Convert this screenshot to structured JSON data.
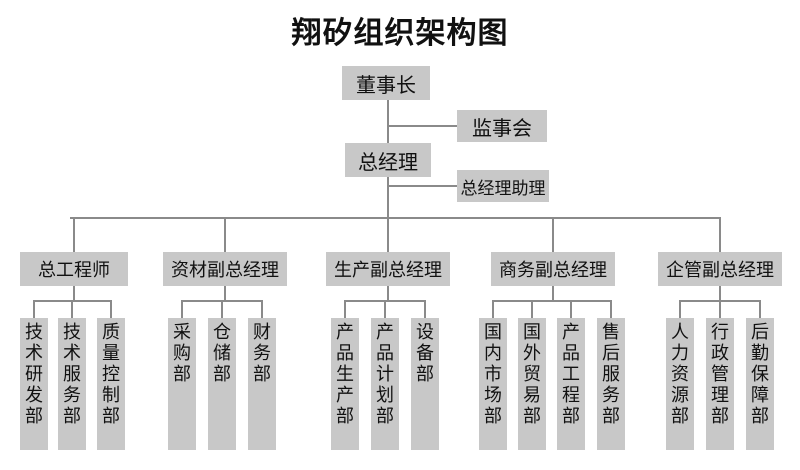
{
  "title": "翔矽组织架构图",
  "chairman": "董事长",
  "supervisor": "监事会",
  "gm": "总经理",
  "gm_assistant": "总经理助理",
  "divisions": [
    {
      "name": "总工程师",
      "departments": [
        "技术研发部",
        "技术服务部",
        "质量控制部"
      ]
    },
    {
      "name": "资材副总经理",
      "departments": [
        "采购部",
        "仓储部",
        "财务部"
      ]
    },
    {
      "name": "生产副总经理",
      "departments": [
        "产品生产部",
        "产品计划部",
        "设备部"
      ]
    },
    {
      "name": "商务副总经理",
      "departments": [
        "国内市场部",
        "国外贸易部",
        "产品工程部",
        "售后服务部"
      ]
    },
    {
      "name": "企管副总经理",
      "departments": [
        "人力资源部",
        "行政管理部",
        "后勤保障部"
      ]
    }
  ]
}
